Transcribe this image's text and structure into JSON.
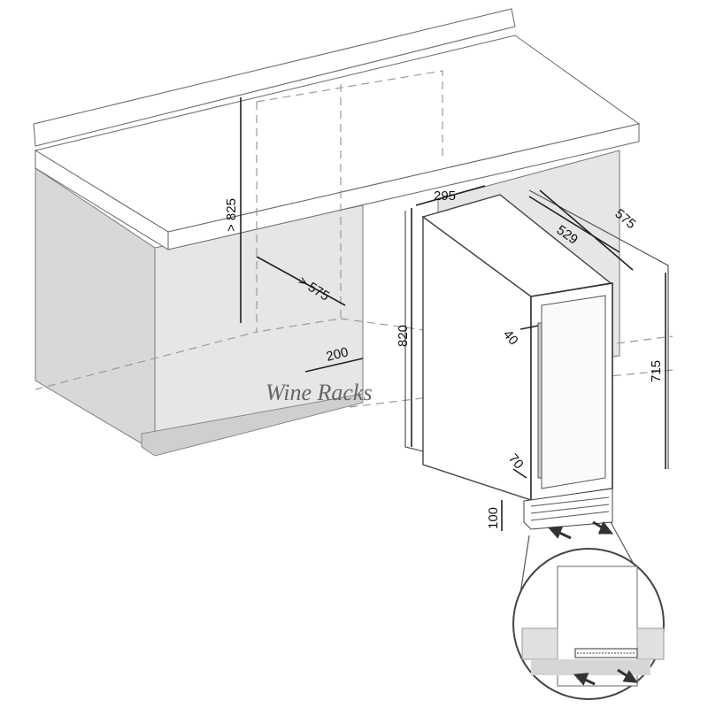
{
  "diagram": {
    "dimensions": {
      "niche_height": "> 825",
      "niche_depth": "> 575",
      "vent_gap": "200",
      "appliance_height": "820",
      "appliance_width": "295",
      "depth_without_door": "529",
      "total_depth": "575",
      "door_height": "715",
      "handle_offset": "40",
      "plinth_offset": "70",
      "plinth_height": "100"
    },
    "watermark": "Wine Racks",
    "colors": {
      "cabinet": "#e4e4e4",
      "cabinet_side": "#d6d6d6",
      "line": "#555555",
      "dimension": "#222222"
    }
  }
}
